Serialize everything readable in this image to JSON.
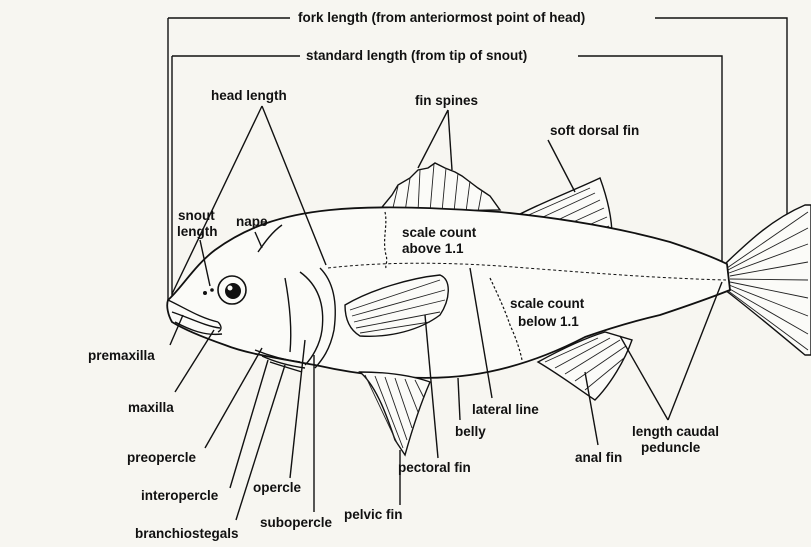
{
  "labels": {
    "fork_length": "fork length  (from anteriormost point of head)",
    "standard_length": "standard length  (from tip of snout)",
    "head_length": "head length",
    "fin_spines": "fin spines",
    "soft_dorsal_fin": "soft dorsal fin",
    "snout_length_1": "snout",
    "snout_length_2": "length",
    "nape": "nape",
    "scale_above_1": "scale count",
    "scale_above_2": "above 1.1",
    "scale_below_1": "scale count",
    "scale_below_2": "below 1.1",
    "premaxilla": "premaxilla",
    "maxilla": "maxilla",
    "preopercle": "preopercle",
    "interopercle": "interopercle",
    "branchiostegals": "branchiostegals",
    "opercle": "opercle",
    "subopercle": "subopercle",
    "pelvic_fin": "pelvic fin",
    "pectoral_fin": "pectoral fin",
    "belly": "belly",
    "lateral_line": "lateral line",
    "anal_fin": "anal fin",
    "length_caudal_1": "length caudal",
    "length_caudal_2": "peduncle"
  }
}
